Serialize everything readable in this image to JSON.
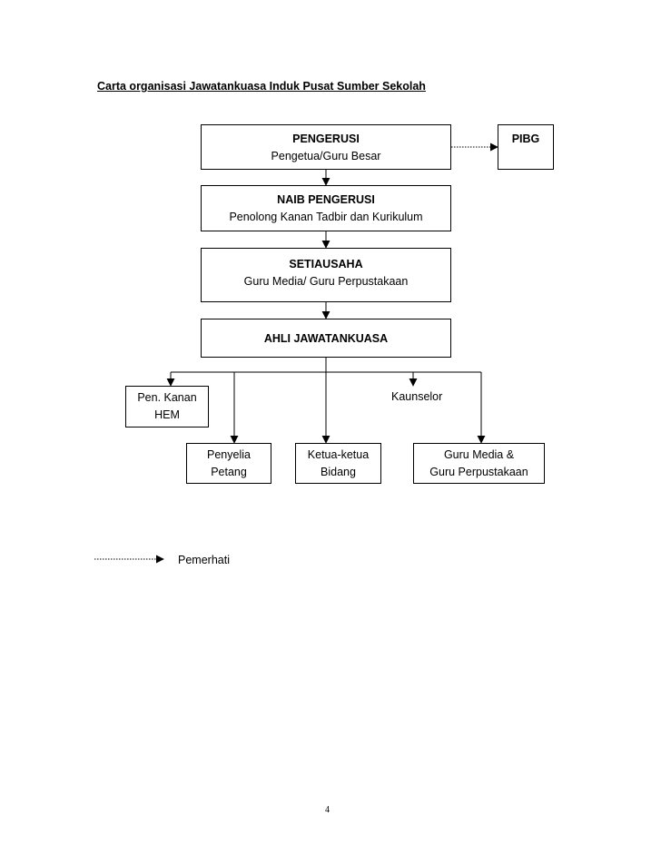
{
  "title": "Carta organisasi Jawatankuasa Induk Pusat Sumber Sekolah",
  "boxes": {
    "pengerusi": {
      "title": "PENGERUSI",
      "subtitle": "Pengetua/Guru Besar"
    },
    "pibg": {
      "title": "PIBG"
    },
    "naib": {
      "title": "NAIB PENGERUSI",
      "subtitle": "Penolong Kanan Tadbir dan Kurikulum"
    },
    "setiausaha": {
      "title": "SETIAUSAHA",
      "subtitle": "Guru Media/ Guru Perpustakaan"
    },
    "ahli": {
      "title": "AHLI JAWATANKUASA"
    },
    "pen_kanan": {
      "line1": "Pen. Kanan",
      "line2": "HEM"
    },
    "kaunselor": {
      "line1": "Kaunselor"
    },
    "penyelia": {
      "line1": "Penyelia",
      "line2": "Petang"
    },
    "ketua": {
      "line1": "Ketua-ketua",
      "line2": "Bidang"
    },
    "guru_media": {
      "line1": "Guru Media &",
      "line2": "Guru Perpustakaan"
    }
  },
  "legend": {
    "label": "Pemerhati"
  },
  "page_number": "4"
}
